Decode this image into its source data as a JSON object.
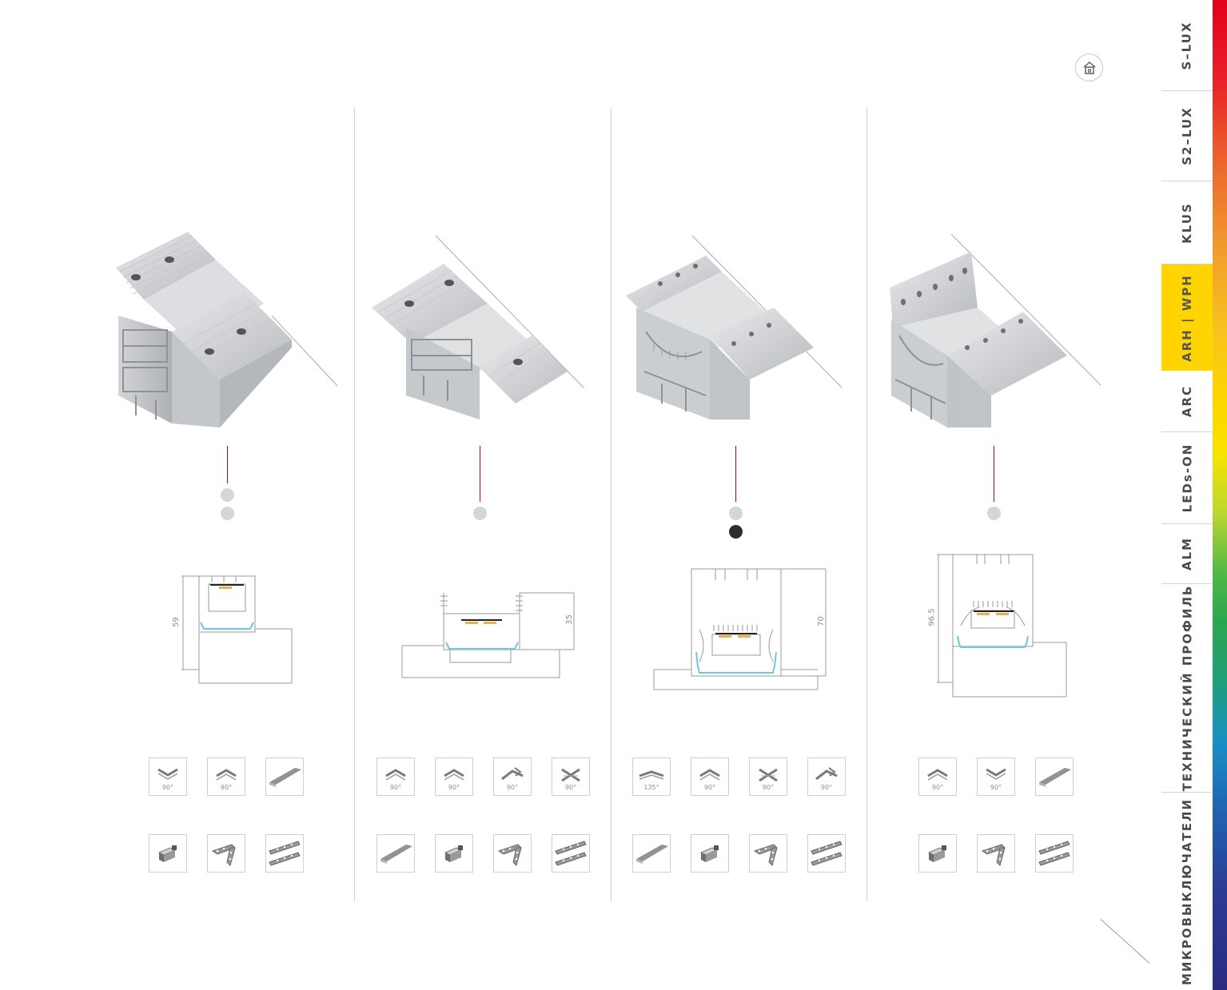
{
  "nav": {
    "items": [
      {
        "label": "S–LUX",
        "active": false
      },
      {
        "label": "S2–LUX",
        "active": false
      },
      {
        "label": "KLUS",
        "active": false
      },
      {
        "label": "ARH | WPH",
        "active": true
      },
      {
        "label": "ARC",
        "active": false
      },
      {
        "label": "LEDs-ON",
        "active": false
      },
      {
        "label": "ALM",
        "active": false
      },
      {
        "label": "ТЕХНИЧЕСКИЙ ПРОФИЛЬ",
        "active": false
      },
      {
        "label": "МИКРОВЫКЛЮЧАТЕЛИ",
        "active": false
      }
    ],
    "active_color": "#ffd400"
  },
  "home_button": {
    "icon": "home-icon"
  },
  "columns": [
    {
      "dimension": "59",
      "color_dots": [
        "silver",
        "silver"
      ],
      "accessories_row1": [
        {
          "icon": "corner-inner-icon",
          "label": "90°"
        },
        {
          "icon": "corner-outer-icon",
          "label": "90°"
        },
        {
          "icon": "diffuser-icon",
          "label": ""
        }
      ],
      "accessories_row2": [
        {
          "icon": "end-cap-icon",
          "label": ""
        },
        {
          "icon": "angle-bracket-icon",
          "label": ""
        },
        {
          "icon": "connector-plates-icon",
          "label": ""
        }
      ]
    },
    {
      "dimension": "35",
      "color_dots": [
        "silver"
      ],
      "accessories_row1": [
        {
          "icon": "corner-outer-icon",
          "label": "90°"
        },
        {
          "icon": "corner-outer-icon",
          "label": "90°"
        },
        {
          "icon": "corner-side-icon",
          "label": "90°"
        },
        {
          "icon": "corner-cross-icon",
          "label": "90°"
        }
      ],
      "accessories_row2": [
        {
          "icon": "diffuser-icon",
          "label": ""
        },
        {
          "icon": "end-cap-icon",
          "label": ""
        },
        {
          "icon": "angle-bracket-icon",
          "label": ""
        },
        {
          "icon": "connector-plates-icon",
          "label": ""
        }
      ]
    },
    {
      "dimension": "70",
      "color_dots": [
        "silver",
        "black"
      ],
      "accessories_row1": [
        {
          "icon": "corner-135-icon",
          "label": "135°"
        },
        {
          "icon": "corner-outer-icon",
          "label": "90°"
        },
        {
          "icon": "corner-cross-icon",
          "label": "90°"
        },
        {
          "icon": "corner-side-icon",
          "label": "90°"
        }
      ],
      "accessories_row2": [
        {
          "icon": "diffuser-icon",
          "label": ""
        },
        {
          "icon": "end-cap-icon",
          "label": ""
        },
        {
          "icon": "angle-bracket-icon",
          "label": ""
        },
        {
          "icon": "connector-plates-icon",
          "label": ""
        }
      ]
    },
    {
      "dimension": "96.5",
      "color_dots": [
        "silver"
      ],
      "accessories_row1": [
        {
          "icon": "corner-outer-icon",
          "label": "90°"
        },
        {
          "icon": "corner-inner-icon",
          "label": "90°"
        },
        {
          "icon": "diffuser-icon",
          "label": ""
        }
      ],
      "accessories_row2": [
        {
          "icon": "end-cap-icon",
          "label": ""
        },
        {
          "icon": "angle-bracket-icon",
          "label": ""
        },
        {
          "icon": "connector-plates-icon",
          "label": ""
        }
      ]
    }
  ],
  "colors": {
    "accent_red": "#c2001b",
    "silver_dot": "#d6d6d6",
    "black_dot": "#2d2d2d"
  }
}
